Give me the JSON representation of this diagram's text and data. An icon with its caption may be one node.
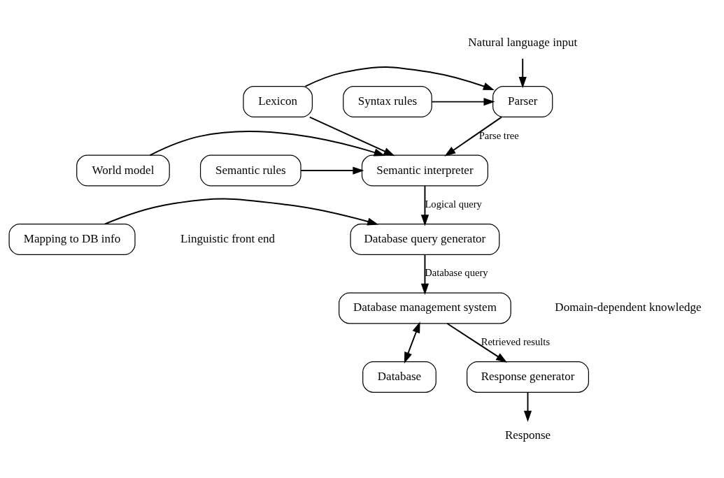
{
  "diagram": {
    "nodes": [
      {
        "text": [
          "Natural language input"
        ]
      },
      {
        "text": [
          "Syntax rules"
        ]
      },
      {
        "text": [
          "Parser"
        ]
      },
      {
        "text": [
          "Lexicon"
        ]
      },
      {
        "text": [
          "Semantic rules"
        ]
      },
      {
        "text": [
          "Semantic interpreter"
        ]
      },
      {
        "text": [
          "World model"
        ]
      },
      {
        "text": [
          "Database query generator"
        ]
      },
      {
        "text": [
          "Mapping to DB info"
        ]
      },
      {
        "text": [
          "Database management system"
        ]
      },
      {
        "text": [
          "Database"
        ]
      },
      {
        "text": [
          "Response generator"
        ]
      },
      {
        "text": [
          "Response"
        ]
      }
    ],
    "edges": [
      {
        "from": 0,
        "to": 2,
        "arrow": "to"
      },
      {
        "from": 1,
        "to": 2,
        "arrow": "to"
      },
      {
        "from": 3,
        "to": 2,
        "arrow": "to"
      },
      {
        "from": 2,
        "to": 5,
        "arrow": "to",
        "label": "Parse tree"
      },
      {
        "from": 3,
        "to": 5,
        "arrow": "to"
      },
      {
        "from": 4,
        "to": 5,
        "arrow": "to"
      },
      {
        "from": 6,
        "to": 5,
        "arrow": "to"
      },
      {
        "from": 5,
        "to": 7,
        "arrow": "to",
        "label": "Logical query"
      },
      {
        "from": 8,
        "to": 7,
        "arrow": "to"
      },
      {
        "from": 7,
        "to": 9,
        "arrow": "to",
        "label": "Database query"
      },
      {
        "from": 9,
        "to": 10,
        "arrow": "both"
      },
      {
        "from": 9,
        "to": 11,
        "arrow": "to",
        "label": "Retrieved results"
      },
      {
        "from": 11,
        "to": 12,
        "arrow": "to"
      }
    ],
    "labels": [
      "Linguistic front end",
      "Domain-dependent knowledge"
    ]
  }
}
